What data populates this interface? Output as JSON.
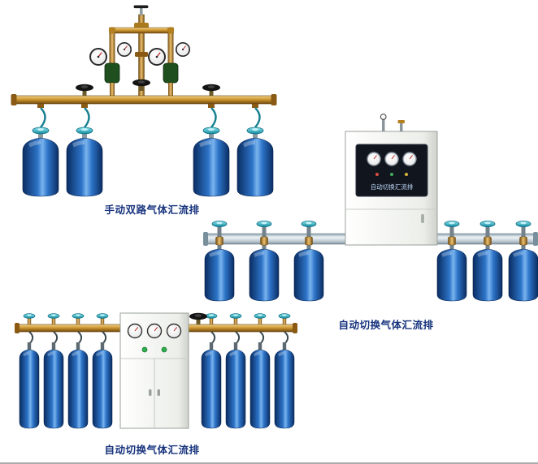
{
  "page": {
    "background_color": "#ffffff",
    "footer_rule_color": "#ababab"
  },
  "figures": [
    {
      "id": "manual-dual-manifold",
      "caption": "手动双路气体汇流排",
      "cylinder_count": 4,
      "gauge_count": 4,
      "colors": {
        "cylinder_blue": "#2d74c8",
        "manifold_brass": "#cf9731",
        "valve_teal": "#2ab4c6"
      }
    },
    {
      "id": "auto-switching-manifold-with-cabinet",
      "caption": "自动切换气体汇流排",
      "cabinet_panel_label": "自动切换汇流排",
      "cylinder_count": 6,
      "gauge_count": 3,
      "colors": {
        "cylinder_blue": "#2d74c8",
        "rail_steel": "#b9c6cf",
        "cabinet": "#f0f2ee"
      }
    },
    {
      "id": "auto-switching-manifold-row",
      "caption": "自动切换气体汇流排",
      "cylinder_count": 8,
      "gauge_count": 3,
      "colors": {
        "cylinder_blue": "#2d74c8",
        "manifold_brass": "#cf9731",
        "cabinet": "#f0f2ee"
      }
    }
  ],
  "caption_style": {
    "color": "#17337d"
  }
}
